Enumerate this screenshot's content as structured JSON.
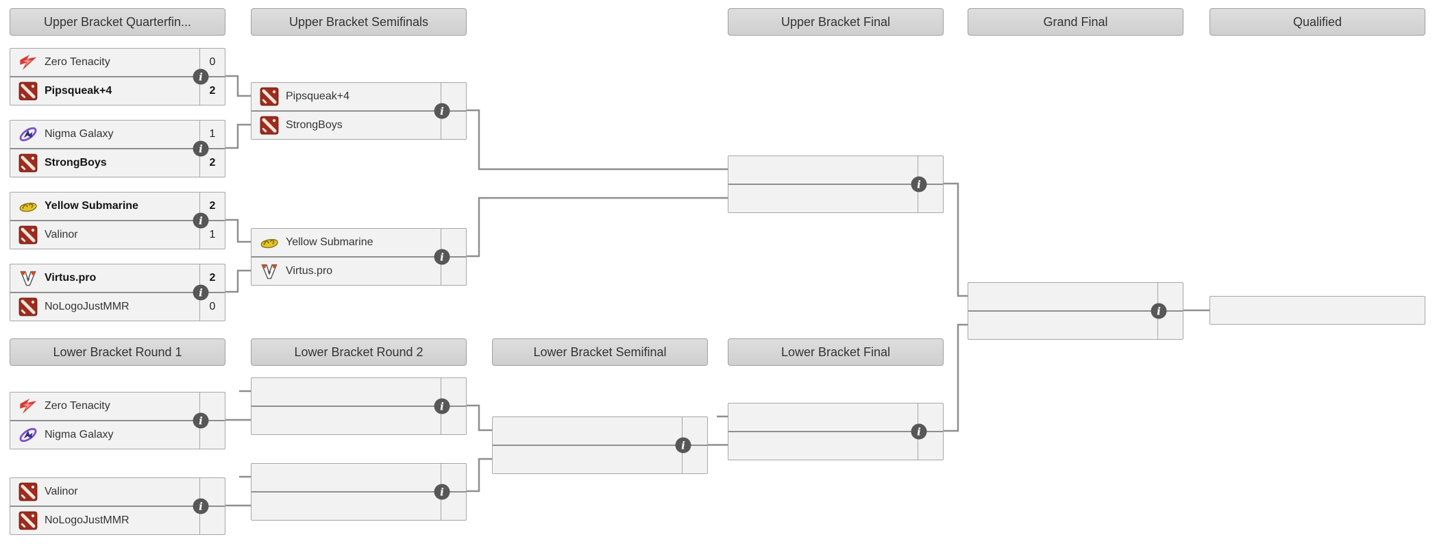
{
  "headers": {
    "ub_quarterfinals": "Upper Bracket Quarterfin...",
    "ub_semifinals": "Upper Bracket Semifinals",
    "ub_final": "Upper Bracket Final",
    "grand_final": "Grand Final",
    "qualified": "Qualified",
    "lb_round1": "Lower Bracket Round 1",
    "lb_round2": "Lower Bracket Round 2",
    "lb_semifinal": "Lower Bracket Semifinal",
    "lb_final": "Lower Bracket Final"
  },
  "icons": {
    "info_glyph": "i",
    "info_icon_name": "info-circle-icon",
    "logo_names": [
      "zero-tenacity-logo",
      "dota2-default-logo",
      "nigma-galaxy-logo",
      "yellow-submarine-logo",
      "virtus-pro-logo"
    ]
  },
  "colors": {
    "header_bg": "#d6d6d6",
    "match_bg": "#f2f2f2",
    "border": "#a6a6a6",
    "divider": "#8e8e8e",
    "connector": "#8e8e8e",
    "info_icon_bg": "#575757",
    "text": "#333333",
    "winner_text": "#141414",
    "zero_tenacity_red": "#d43a34",
    "dota_default_red": "#9e2b1e",
    "nigma_purple": "#7a4fd0",
    "yellow_submarine_yellow": "#e6c32b",
    "virtus_pro_orange": "#d84b1e"
  },
  "matches": {
    "ub_qf_1": {
      "slots": [
        {
          "team": "Zero Tenacity",
          "score": "0",
          "winner": false,
          "logo": "zero-tenacity-logo"
        },
        {
          "team": "Pipsqueak+4",
          "score": "2",
          "winner": true,
          "logo": "dota2-default-logo"
        }
      ]
    },
    "ub_qf_2": {
      "slots": [
        {
          "team": "Nigma Galaxy",
          "score": "1",
          "winner": false,
          "logo": "nigma-galaxy-logo"
        },
        {
          "team": "StrongBoys",
          "score": "2",
          "winner": true,
          "logo": "dota2-default-logo"
        }
      ]
    },
    "ub_qf_3": {
      "slots": [
        {
          "team": "Yellow Submarine",
          "score": "2",
          "winner": true,
          "logo": "yellow-submarine-logo"
        },
        {
          "team": "Valinor",
          "score": "1",
          "winner": false,
          "logo": "dota2-default-logo"
        }
      ]
    },
    "ub_qf_4": {
      "slots": [
        {
          "team": "Virtus.pro",
          "score": "2",
          "winner": true,
          "logo": "virtus-pro-logo"
        },
        {
          "team": "NoLogoJustMMR",
          "score": "0",
          "winner": false,
          "logo": "dota2-default-logo"
        }
      ]
    },
    "ub_sf_1": {
      "slots": [
        {
          "team": "Pipsqueak+4",
          "score": "",
          "winner": false,
          "logo": "dota2-default-logo"
        },
        {
          "team": "StrongBoys",
          "score": "",
          "winner": false,
          "logo": "dota2-default-logo"
        }
      ]
    },
    "ub_sf_2": {
      "slots": [
        {
          "team": "Yellow Submarine",
          "score": "",
          "winner": false,
          "logo": "yellow-submarine-logo"
        },
        {
          "team": "Virtus.pro",
          "score": "",
          "winner": false,
          "logo": "virtus-pro-logo"
        }
      ]
    },
    "ub_final": {
      "slots": [
        {
          "team": "",
          "score": "",
          "winner": false
        },
        {
          "team": "",
          "score": "",
          "winner": false
        }
      ]
    },
    "grand_final": {
      "slots": [
        {
          "team": "",
          "score": "",
          "winner": false
        },
        {
          "team": "",
          "score": "",
          "winner": false
        }
      ]
    },
    "lb_r1_1": {
      "slots": [
        {
          "team": "Zero Tenacity",
          "score": "",
          "winner": false,
          "logo": "zero-tenacity-logo"
        },
        {
          "team": "Nigma Galaxy",
          "score": "",
          "winner": false,
          "logo": "nigma-galaxy-logo"
        }
      ]
    },
    "lb_r1_2": {
      "slots": [
        {
          "team": "Valinor",
          "score": "",
          "winner": false,
          "logo": "dota2-default-logo"
        },
        {
          "team": "NoLogoJustMMR",
          "score": "",
          "winner": false,
          "logo": "dota2-default-logo"
        }
      ]
    },
    "lb_r2_1": {
      "slots": [
        {
          "team": "",
          "score": "",
          "winner": false
        },
        {
          "team": "",
          "score": "",
          "winner": false
        }
      ]
    },
    "lb_r2_2": {
      "slots": [
        {
          "team": "",
          "score": "",
          "winner": false
        },
        {
          "team": "",
          "score": "",
          "winner": false
        }
      ]
    },
    "lb_sf": {
      "slots": [
        {
          "team": "",
          "score": "",
          "winner": false
        },
        {
          "team": "",
          "score": "",
          "winner": false
        }
      ]
    },
    "lb_final": {
      "slots": [
        {
          "team": "",
          "score": "",
          "winner": false
        },
        {
          "team": "",
          "score": "",
          "winner": false
        }
      ]
    }
  },
  "qualified_slot": {
    "team": ""
  }
}
